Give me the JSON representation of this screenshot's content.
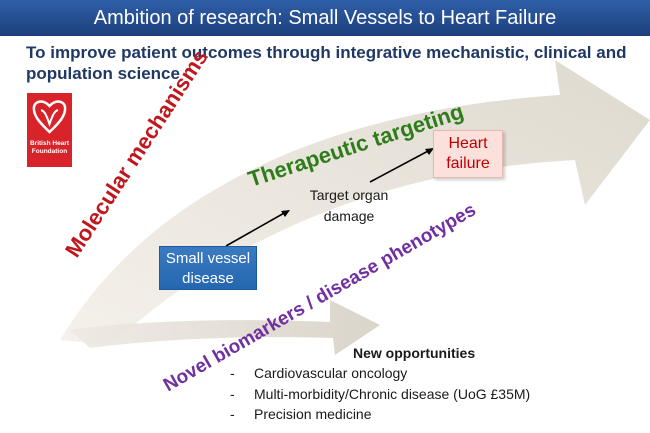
{
  "header": {
    "title": "Ambition of research: Small Vessels to Heart Failure"
  },
  "subtitle": "To improve patient outcomes through integrative mechanistic, clinical and population science",
  "logo": {
    "text": "British Heart Foundation",
    "icon": "heart-icon"
  },
  "labels": {
    "molecular": "Molecular mechanisms",
    "therapeutic": "Therapeutic targeting",
    "novel": "Novel biomarkers / disease phenotypes"
  },
  "nodes": {
    "small_vessel": "Small vessel disease",
    "target_organ": "Target organ damage",
    "heart_failure": "Heart failure"
  },
  "opportunities": {
    "title": "New opportunities",
    "items": [
      "Cardiovascular oncology",
      "Multi-morbidity/Chronic disease (UoG £35M)",
      "Precision medicine"
    ]
  },
  "colors": {
    "title_bar": "#1d3f7c",
    "molecular": "#c0171c",
    "therapeutic": "#2e7d1a",
    "novel": "#7030a0",
    "heart_failure_text": "#c00000"
  }
}
